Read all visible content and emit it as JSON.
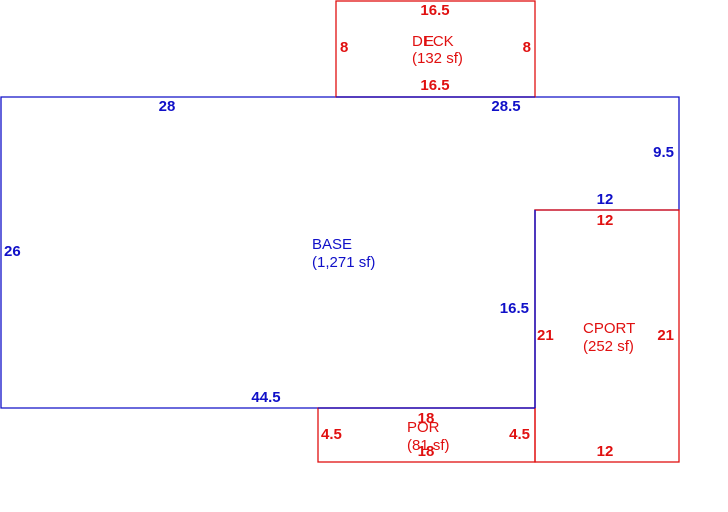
{
  "colors": {
    "base": "#1010c8",
    "addon": "#e01010"
  },
  "areas": {
    "base": {
      "name": "BASE",
      "size": "(1,271 sf)"
    },
    "deck": {
      "name": "DECK",
      "size": "(132 sf)",
      "overlap_char": "E"
    },
    "cport": {
      "name": "CPORT",
      "size": "(252 sf)"
    },
    "por": {
      "name": "POR",
      "size": "(81 sf)"
    }
  },
  "dimensions": {
    "base_top_left": "28",
    "base_top_right": "28.5",
    "base_right_upper": "9.5",
    "base_notch_top": "12",
    "base_left": "26",
    "base_notch_side": "16.5",
    "base_bottom": "44.5",
    "deck_top": "16.5",
    "deck_bottom": "16.5",
    "deck_left": "8",
    "deck_right": "8",
    "cport_top": "12",
    "cport_bottom": "12",
    "cport_left": "21",
    "cport_right": "21",
    "por_top": "18",
    "por_bottom": "18",
    "por_left": "4.5",
    "por_right": "4.5"
  }
}
